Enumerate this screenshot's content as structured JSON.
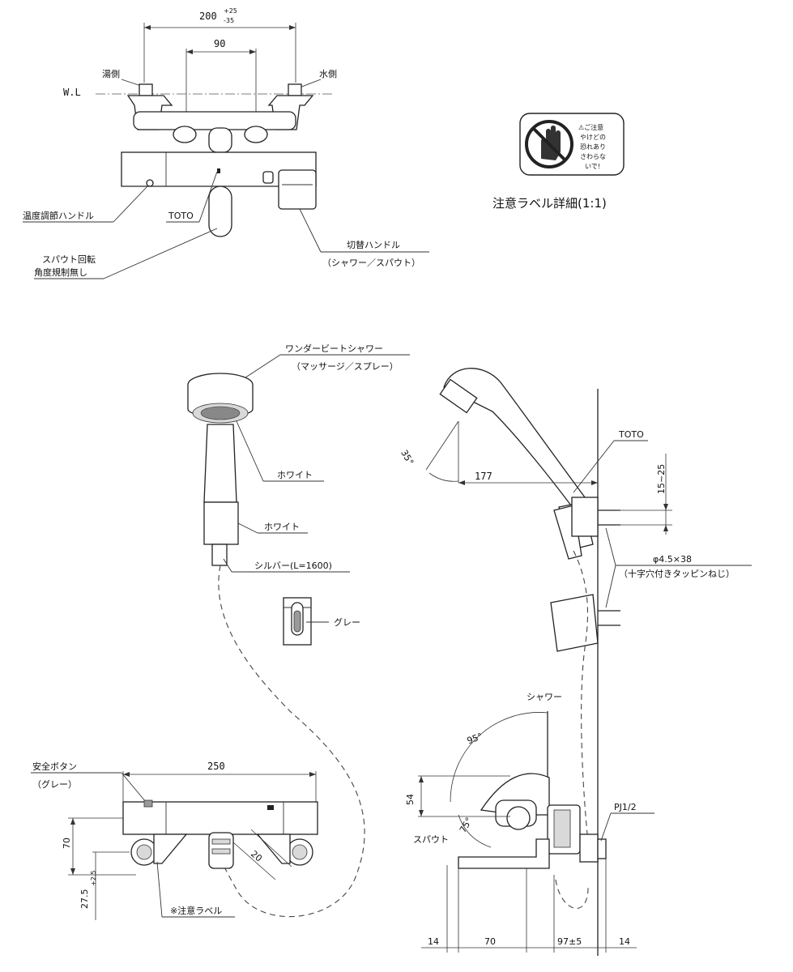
{
  "dims": {
    "pitch_main": "200",
    "pitch_tol_plus": "+25",
    "pitch_tol_minus": "-35",
    "inner": "90",
    "wl": "W.L",
    "angle_35": "35°",
    "d177": "177",
    "d15_25": "15~25",
    "screw_spec": "φ4.5×38",
    "d250": "250",
    "d70_left": "70",
    "d27": "27.5",
    "d27_tol": "+2.5",
    "d20": "20",
    "angle_95": "95°",
    "d54": "54",
    "angle_75": "75°",
    "b14_left": "14",
    "b70": "70",
    "b97": "97±5",
    "b14_right": "14",
    "pj": "PJ1/2"
  },
  "labels": {
    "hot_side": "湯側",
    "cold_side": "水側",
    "temp_handle": "温度調節ハンドル",
    "toto_mark": "TOTO",
    "spout_rot_1": "スパウト回転",
    "spout_rot_2": "角度規制無し",
    "switch_handle": "切替ハンドル",
    "switch_sub": "（シャワー／スパウト）",
    "caution_detail": "注意ラベル詳細(1:1)",
    "shower_name": "ワンダービートシャワー",
    "shower_sub": "（マッサージ／スプレー）",
    "white_1": "ホワイト",
    "white_2": "ホワイト",
    "silver": "シルバー(L=1600)",
    "gray": "グレー",
    "toto_side": "TOTO",
    "screw_note": "（十字穴付きタッピンねじ）",
    "safety_btn": "安全ボタン",
    "safety_gray": "（グレー）",
    "caution_label": "※注意ラベル",
    "shower_mode": "シャワー",
    "spout_mode": "スパウト"
  },
  "caution_card": {
    "lines": [
      "⚠ご注意",
      "やけどの",
      "恐れあり",
      "さわらな",
      "いで!"
    ],
    "icon": "no-touch-hand-icon"
  }
}
